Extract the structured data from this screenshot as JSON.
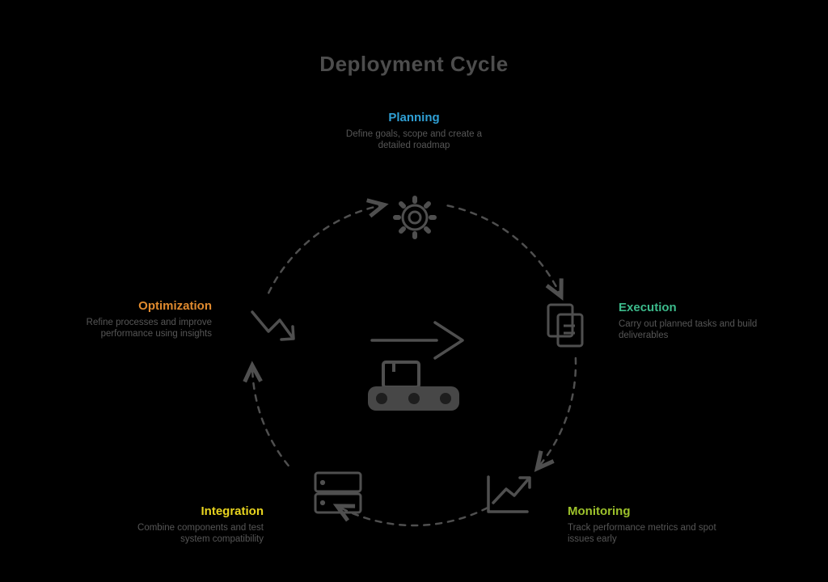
{
  "title": "Deployment Cycle",
  "colors": {
    "stroke": "#4f4f4f",
    "title": "#4d4d4d",
    "description": "#565656",
    "background": "#000000"
  },
  "phases": [
    {
      "label": "Planning",
      "color": "#2f9fd4",
      "icon": "gear-icon",
      "desc": [
        "Define goals, scope and create a",
        "detailed roadmap"
      ]
    },
    {
      "label": "Execution",
      "color": "#3cba8b",
      "icon": "documents-icon",
      "desc": [
        "Carry out planned tasks and build",
        "deliverables"
      ]
    },
    {
      "label": "Monitoring",
      "color": "#9dc22b",
      "icon": "chart-arrow-icon",
      "desc": [
        "Track performance metrics and spot",
        "issues early"
      ]
    },
    {
      "label": "Integration",
      "color": "#e8d41f",
      "icon": "stack-icon",
      "desc": [
        "Combine components and test",
        "system compatibility"
      ]
    },
    {
      "label": "Optimization",
      "color": "#e08a2e",
      "icon": "zigzag-arrow-icon",
      "desc": [
        "Refine processes and improve",
        "performance using insights"
      ]
    }
  ],
  "center": {
    "arrow_icon": "right-arrow-icon",
    "pipeline_icon": "pipeline-icon"
  }
}
